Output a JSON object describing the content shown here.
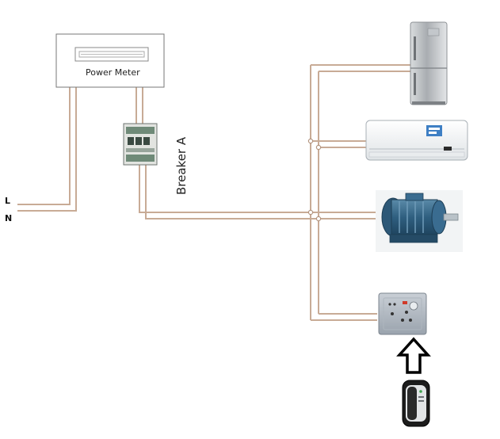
{
  "diagram": {
    "meter_label": "Power Meter",
    "breaker_label": "Breaker A",
    "line_label": "L",
    "neutral_label": "N"
  },
  "colors": {
    "wire": "#c8ab96",
    "wire_dark": "#b39580",
    "box_stroke": "#777777",
    "arrow": "#000000"
  },
  "icons": {
    "fridge": "refrigerator-icon",
    "ac": "air-conditioner-icon",
    "motor": "electric-motor-icon",
    "socket": "wall-socket-icon",
    "saver": "power-saver-device-icon",
    "arrow": "up-arrow-icon"
  }
}
